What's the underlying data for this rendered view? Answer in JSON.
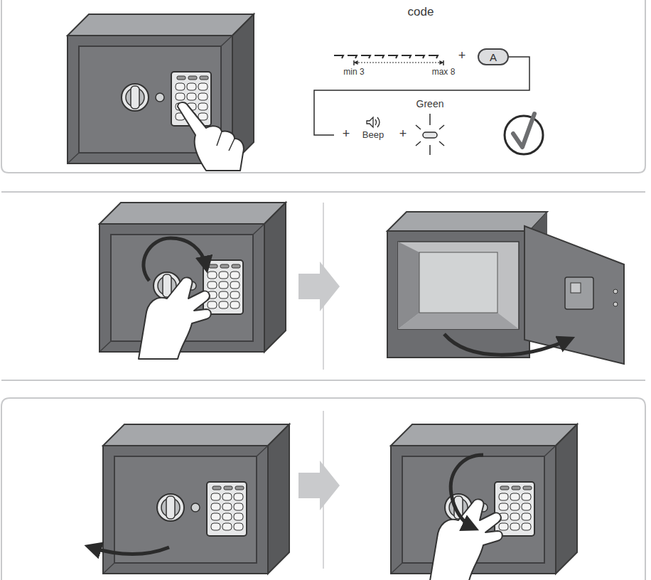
{
  "diagram": {
    "nodes": [
      {
        "text": [
          "A"
        ]
      }
    ],
    "labels": [
      "code",
      "min 3",
      "max 8",
      "+",
      "+",
      "Beep",
      "+",
      "Green"
    ]
  }
}
